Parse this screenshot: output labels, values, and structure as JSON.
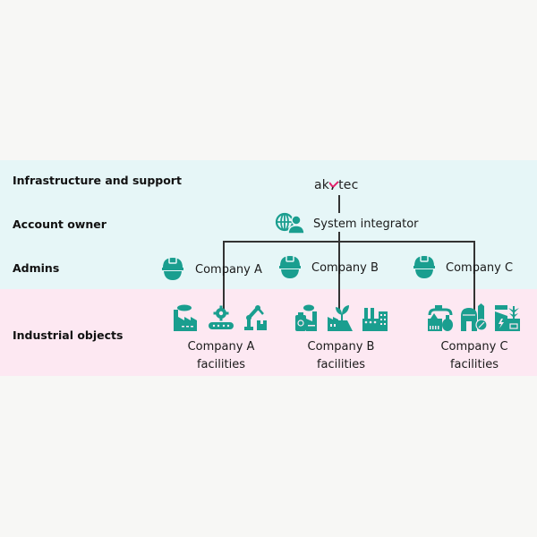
{
  "colors": {
    "accent": "#1a9e8f",
    "logo_mark": "#e2226b",
    "band_top": "#e6f6f7",
    "band_bottom": "#fde8f2",
    "line": "#333333"
  },
  "rows": [
    {
      "label": "Infrastructure and support"
    },
    {
      "label": "Account owner"
    },
    {
      "label": "Admins"
    },
    {
      "label": "Industrial objects"
    }
  ],
  "logo": {
    "left": "ak",
    "right": "tec"
  },
  "account_owner": {
    "label": "System integrator",
    "icon": "globe-user-icon"
  },
  "admins": [
    {
      "label": "Company A",
      "icon": "hard-hat-icon"
    },
    {
      "label": "Company B",
      "icon": "hard-hat-icon"
    },
    {
      "label": "Company C",
      "icon": "hard-hat-icon"
    }
  ],
  "facilities": [
    {
      "line1": "Company A",
      "line2": "facilities",
      "icons": [
        "factory-icon",
        "conveyor-gear-icon",
        "robot-arm-icon"
      ]
    },
    {
      "line1": "Company B",
      "line2": "facilities",
      "icons": [
        "chemical-plant-icon",
        "eco-factory-icon",
        "power-plant-icon"
      ]
    },
    {
      "line1": "Company C",
      "line2": "facilities",
      "icons": [
        "refinery-icon",
        "silo-farm-icon",
        "green-energy-icon"
      ]
    }
  ]
}
